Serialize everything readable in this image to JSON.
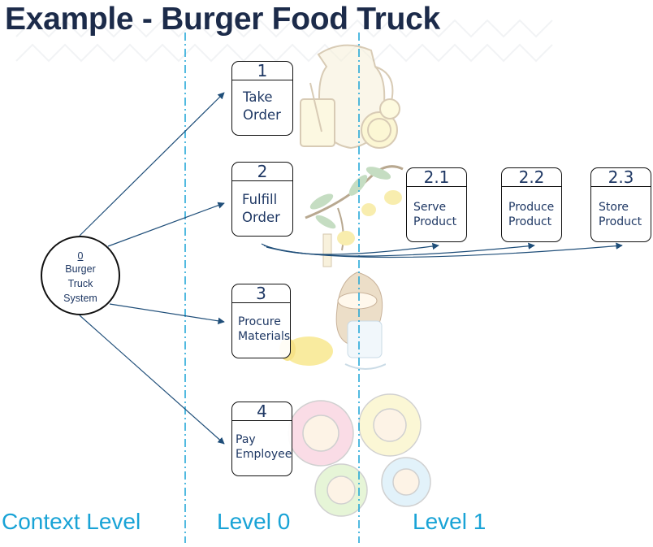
{
  "title": "Example - Burger Food Truck",
  "levels": {
    "context": "Context Level",
    "level0": "Level 0",
    "level1": "Level 1"
  },
  "context_process": {
    "id": "0",
    "name": "Burger\nTruck\nSystem"
  },
  "level0_processes": [
    {
      "id": "1",
      "name": "Take\nOrder"
    },
    {
      "id": "2",
      "name": "Fulfill\nOrder"
    },
    {
      "id": "3",
      "name": "Procure\nMaterials"
    },
    {
      "id": "4",
      "name": "Pay\nEmployee"
    }
  ],
  "level1_processes": [
    {
      "id": "2.1",
      "name": "Serve\nProduct"
    },
    {
      "id": "2.2",
      "name": "Produce\nProduct"
    },
    {
      "id": "2.3",
      "name": "Store\nProduct"
    }
  ],
  "colors": {
    "title": "#1c2b4a",
    "level_label": "#19a3d6",
    "divider": "#19a3d6",
    "arrow": "#1f4e79",
    "process_text": "#1f3864"
  },
  "decorations": [
    "lemonade-pitcher-icon",
    "lemon-branch-icon",
    "coconut-ice-icon",
    "gear-people-icon"
  ]
}
